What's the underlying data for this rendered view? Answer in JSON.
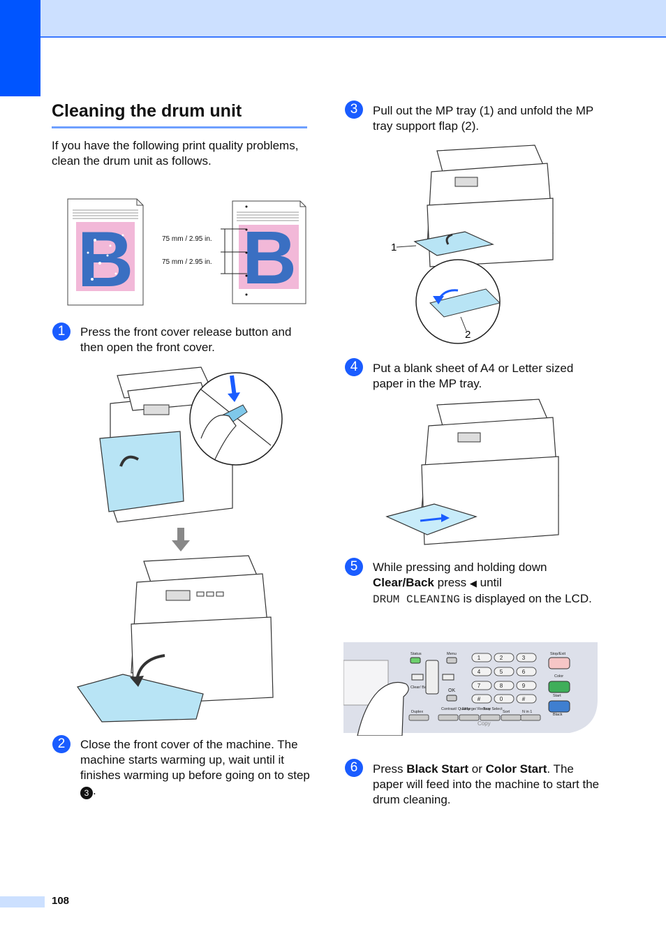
{
  "section_title": "Cleaning the drum unit",
  "intro": "If you have the following print quality problems, clean the drum unit as follows.",
  "sample_figure": {
    "letter": "B",
    "measure_1": "75 mm / 2.95 in.",
    "measure_2": "75 mm / 2.95 in."
  },
  "steps": [
    {
      "number": "1",
      "text": "Press the front cover release button and then open the front cover."
    },
    {
      "number": "2",
      "text_before": "Close the front cover of the machine. The machine starts warming up, wait until it finishes warming up before going on to step ",
      "step_ref": "3",
      "text_after": "."
    },
    {
      "number": "3",
      "text": "Pull out the MP tray (1) and unfold the MP tray support flap (2).",
      "callout_1": "1",
      "callout_2": "2"
    },
    {
      "number": "4",
      "text": "Put a blank sheet of A4 or Letter sized paper in the MP tray."
    },
    {
      "number": "5",
      "text_1": "While pressing and holding down ",
      "bold_1": "Clear/Back",
      "text_2": " press ",
      "text_3": " until ",
      "mono": "DRUM CLEANING",
      "text_4": " is displayed on the LCD."
    },
    {
      "number": "6",
      "text_1": "Press ",
      "bold_1": "Black Start",
      "text_2": " or ",
      "bold_2": "Color Start",
      "text_3": ". The paper will feed into the machine to start the drum cleaning."
    }
  ],
  "panel": {
    "status": "Status",
    "menu": "Menu",
    "stop_exit": "Stop/Exit",
    "color": "Color",
    "start": "Start",
    "black": "Black",
    "clear_back": "Clear/ Back",
    "ok": "OK",
    "duplex": "Duplex",
    "contrast_quality": "Contrast/ Quality",
    "enlarge_reduce": "Enlarge/ Reduce",
    "tray_select": "Tray Select",
    "sort": "Sort",
    "n_in_1": "N in 1",
    "copy": "Copy",
    "keys": [
      "1",
      "2",
      "3",
      "4",
      "5",
      "6",
      "7",
      "8",
      "9",
      "#",
      "0",
      "#"
    ]
  },
  "page_number": "108"
}
